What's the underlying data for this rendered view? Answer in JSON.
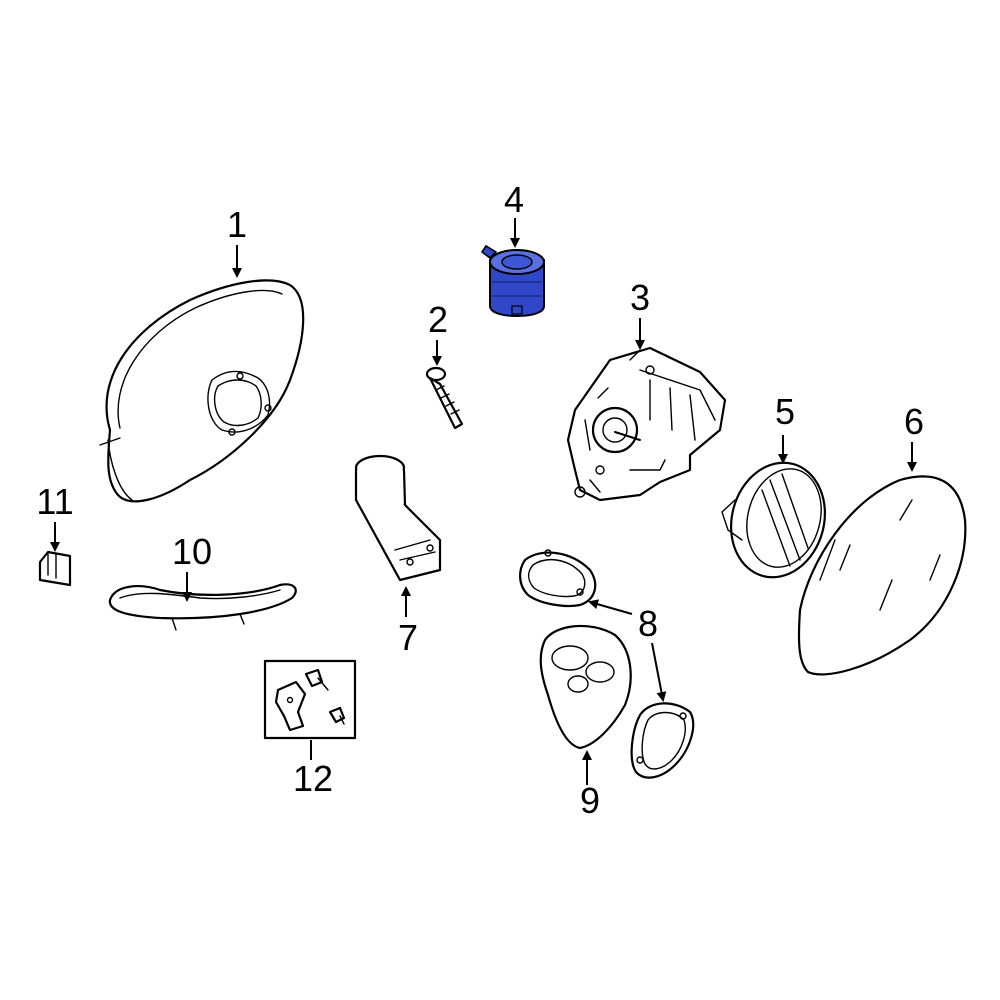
{
  "diagram": {
    "callouts": [
      {
        "id": "1",
        "label": "1"
      },
      {
        "id": "2",
        "label": "2"
      },
      {
        "id": "3",
        "label": "3"
      },
      {
        "id": "4",
        "label": "4"
      },
      {
        "id": "5",
        "label": "5"
      },
      {
        "id": "6",
        "label": "6"
      },
      {
        "id": "7",
        "label": "7"
      },
      {
        "id": "8",
        "label": "8"
      },
      {
        "id": "9",
        "label": "9"
      },
      {
        "id": "10",
        "label": "10"
      },
      {
        "id": "11",
        "label": "11"
      },
      {
        "id": "12",
        "label": "12"
      }
    ],
    "highlighted_part": "4",
    "colors": {
      "highlight_fill": "#2f47c8",
      "highlight_light": "#5a70e0",
      "line": "#000000",
      "background": "#ffffff"
    }
  }
}
